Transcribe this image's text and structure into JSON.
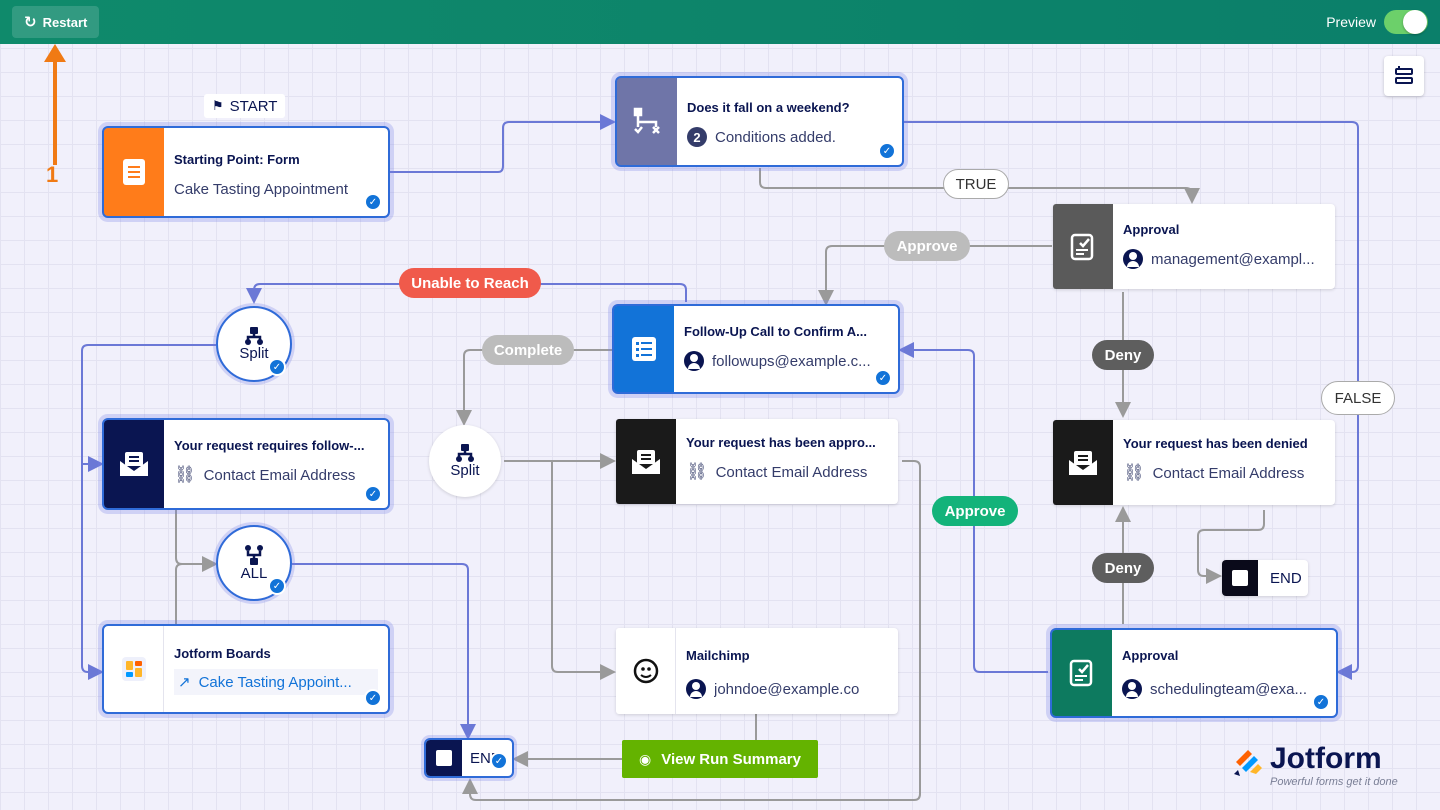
{
  "topbar": {
    "restart_label": "Restart",
    "preview_label": "Preview"
  },
  "annotation": {
    "step_number": "1"
  },
  "start_tag": "START",
  "nodes": {
    "starting_point": {
      "title": "Starting Point: Form",
      "sub": "Cake Tasting Appointment",
      "color": "#ff7c1a"
    },
    "weekend_condition": {
      "title": "Does it fall on a weekend?",
      "count": "2",
      "sub": "Conditions added.",
      "color": "#6f75a8"
    },
    "approval_management": {
      "title": "Approval",
      "sub": "management@exampl...",
      "color": "#5a5a5a"
    },
    "follow_up_call": {
      "title": "Follow-Up Call to Confirm A...",
      "sub": "followups@example.c...",
      "color": "#1273d8"
    },
    "request_follow_up": {
      "title": "Your request requires follow-...",
      "sub": "Contact Email Address",
      "color": "#0a1551"
    },
    "request_approved": {
      "title": "Your request has been appro...",
      "sub": "Contact Email Address",
      "color": "#1a1a1a"
    },
    "request_denied": {
      "title": "Your request has been denied",
      "sub": "Contact Email Address",
      "color": "#1a1a1a"
    },
    "jotform_boards": {
      "title": "Jotform Boards",
      "sub": "Cake Tasting Appoint...",
      "color": "#ffffff"
    },
    "mailchimp": {
      "title": "Mailchimp",
      "sub": "johndoe@example.co",
      "color": "#ffffff"
    },
    "approval_scheduling": {
      "title": "Approval",
      "sub": "schedulingteam@exa...",
      "color": "#0d7a5f"
    }
  },
  "circles": {
    "split_top": "Split",
    "split_mid": "Split",
    "all": "ALL"
  },
  "labels": {
    "true_label": "TRUE",
    "false_label": "FALSE",
    "approve_top": "Approve",
    "approve_bottom": "Approve",
    "deny_top": "Deny",
    "deny_bottom": "Deny",
    "unable_to_reach": "Unable to Reach",
    "complete": "Complete"
  },
  "end_labels": {
    "end_right": "END",
    "end_bottom": "END"
  },
  "view_run_summary": "View Run Summary",
  "brand": {
    "name": "Jotform",
    "tagline": "Powerful forms get it done"
  }
}
